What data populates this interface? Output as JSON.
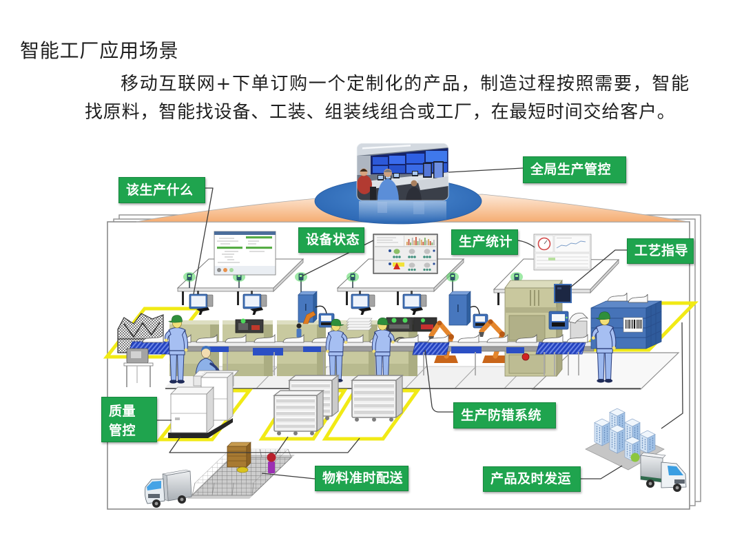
{
  "slide": {
    "title": "智能工厂应用场景",
    "subtitle_lines": [
      "移动互联网+下单订购一个定制化的产品，制造过程按照需要，智能",
      "找原料，智能找设备、工装、组装线组合或工厂，在最短时间交给客户。"
    ]
  },
  "callouts": {
    "global_production_control": "全局生产管控",
    "what_to_produce": "该生产什么",
    "equipment_status": "设备状态",
    "production_statistics": "生产统计",
    "process_guidance": "工艺指导",
    "quality_control": [
      "质量",
      "管控"
    ],
    "error_proofing_system": "生产防错系统",
    "on_time_material_delivery": "物料准时配送",
    "timely_product_shipping": "产品及时发运"
  },
  "illustration": {
    "photo": "control-room-video-wall",
    "pictograms": [
      "assembly-worker",
      "seated-operator",
      "industrial-robot",
      "assembly-conveyor",
      "workstation",
      "overhead-sensor",
      "hanging-monitor",
      "dashboard-screen",
      "packing-station",
      "barcode-label",
      "material-cart",
      "quality-pallet",
      "storage-rack",
      "agv-robot",
      "delivery-truck",
      "city-buildings"
    ]
  },
  "colors": {
    "callout_green": "#1fa44e",
    "callout_text": "#ffffff",
    "platform_blue": "#2d68b4",
    "spotlight_orange": "#f5ad72",
    "floor_zone_yellow": "#f1ea15",
    "connector_line": "#3b3b3b"
  }
}
